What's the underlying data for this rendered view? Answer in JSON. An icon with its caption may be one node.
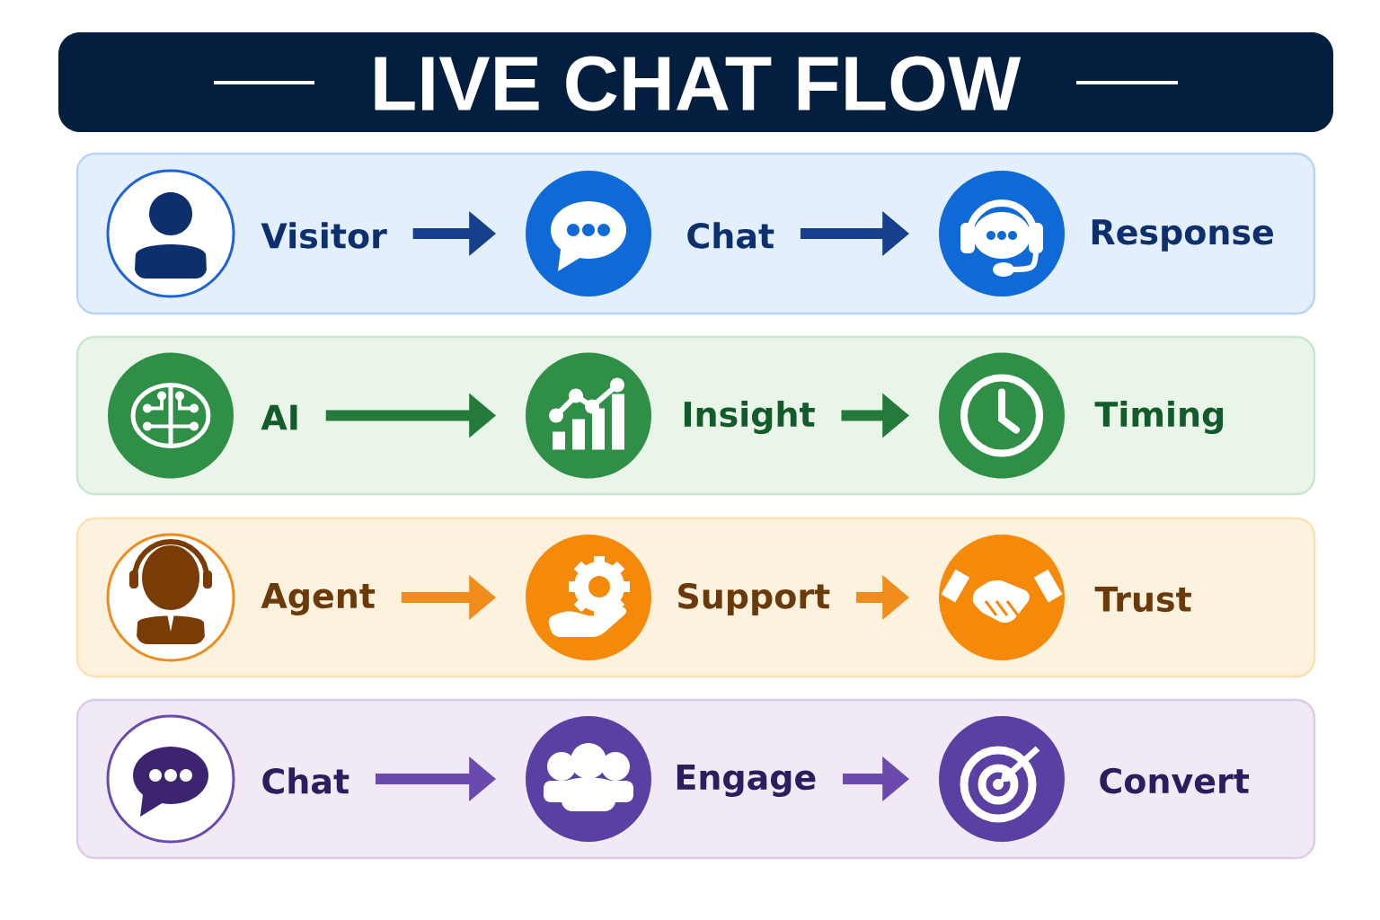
{
  "diagram": {
    "title": "LIVE CHAT FLOW",
    "nodes": [
      {
        "text": [],
        "shape": "box"
      },
      {
        "text": [
          "Visitor"
        ],
        "in": 0
      },
      {
        "text": [
          "Chat"
        ],
        "in": 0
      },
      {
        "text": [
          "Response"
        ],
        "in": 0
      },
      {
        "text": [],
        "shape": "box"
      },
      {
        "text": [
          "AI"
        ],
        "in": 4
      },
      {
        "text": [
          "Insight"
        ],
        "in": 4
      },
      {
        "text": [
          "Timing"
        ],
        "in": 4
      },
      {
        "text": [],
        "shape": "box"
      },
      {
        "text": [
          "Agent"
        ],
        "in": 8
      },
      {
        "text": [
          "Support"
        ],
        "in": 8
      },
      {
        "text": [
          "Trust"
        ],
        "in": 8
      },
      {
        "text": [],
        "shape": "box"
      },
      {
        "text": [
          "Chat"
        ],
        "in": 12
      },
      {
        "text": [
          "Engage"
        ],
        "in": 12
      },
      {
        "text": [
          "Convert"
        ],
        "in": 12
      }
    ],
    "edges": [
      {
        "from": 1,
        "to": 2,
        "arrow": "to",
        "color": "#163f8c"
      },
      {
        "from": 2,
        "to": 3,
        "arrow": "to",
        "color": "#163f8c"
      },
      {
        "from": 5,
        "to": 6,
        "arrow": "to",
        "color": "#237a3a"
      },
      {
        "from": 6,
        "to": 7,
        "arrow": "to",
        "color": "#237a3a"
      },
      {
        "from": 9,
        "to": 10,
        "arrow": "to",
        "color": "#f08c1c"
      },
      {
        "from": 10,
        "to": 11,
        "arrow": "to",
        "color": "#f08c1c"
      },
      {
        "from": 13,
        "to": 14,
        "arrow": "to",
        "color": "#6a4aad"
      },
      {
        "from": 14,
        "to": 15,
        "arrow": "to",
        "color": "#6a4aad"
      }
    ]
  }
}
